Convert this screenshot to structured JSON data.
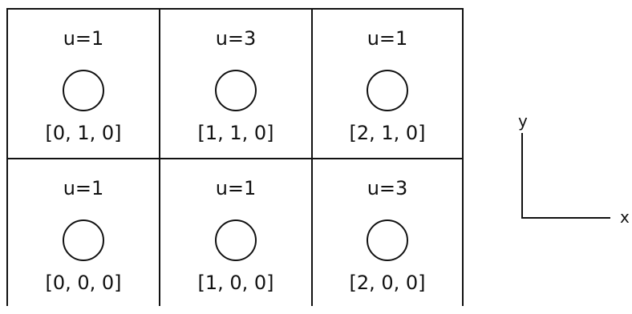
{
  "cells": [
    {
      "u": "u=1",
      "coord": "[0, 1, 0]"
    },
    {
      "u": "u=3",
      "coord": "[1, 1, 0]"
    },
    {
      "u": "u=1",
      "coord": "[2, 1, 0]"
    },
    {
      "u": "u=1",
      "coord": "[0, 0, 0]"
    },
    {
      "u": "u=1",
      "coord": "[1, 0, 0]"
    },
    {
      "u": "u=3",
      "coord": "[2, 0, 0]"
    }
  ],
  "axes": {
    "y_label": "y",
    "x_label": "x"
  },
  "colors": {
    "line": "#111111",
    "background": "#ffffff"
  }
}
